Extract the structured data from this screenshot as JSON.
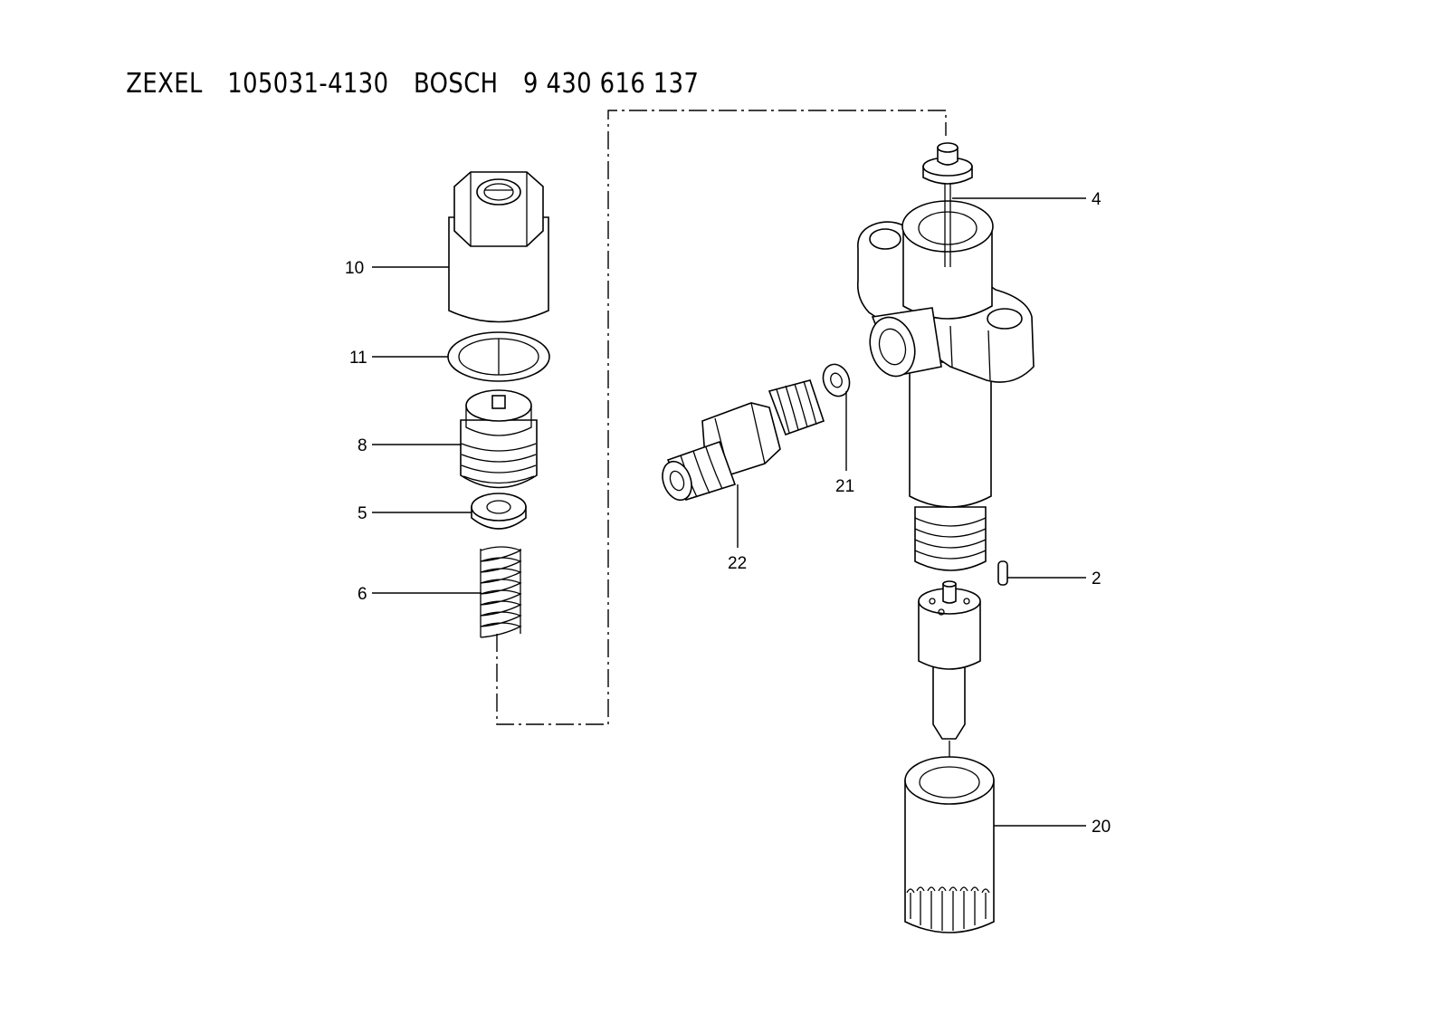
{
  "header": {
    "brand1": "ZEXEL",
    "part_no1": "105031-4130",
    "brand2": "BOSCH",
    "part_no2": "9 430 616 137"
  },
  "callouts": [
    "10",
    "11",
    "8",
    "5",
    "6",
    "22",
    "21",
    "4",
    "2",
    "20"
  ]
}
